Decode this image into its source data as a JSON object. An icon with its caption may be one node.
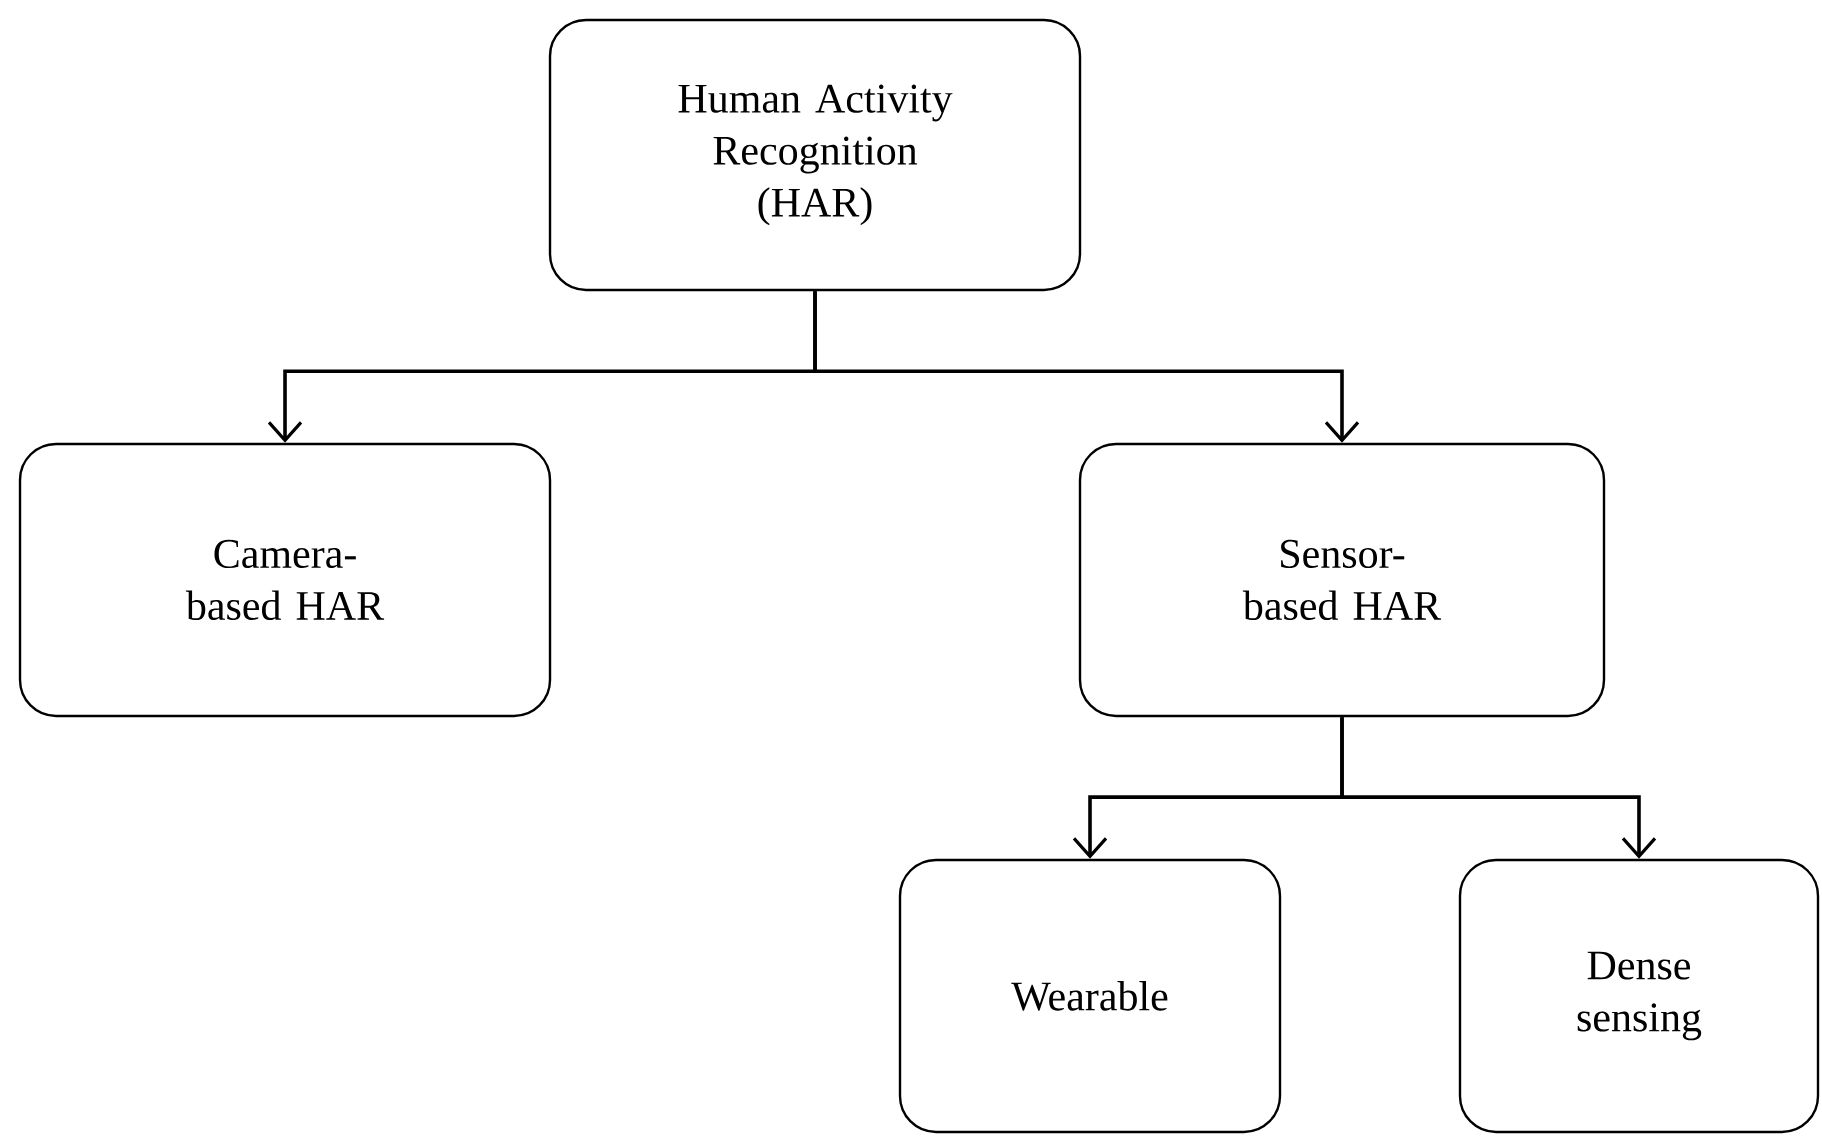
{
  "diagram": {
    "nodes": [
      {
        "text": [
          "Human Activity Recognition (HAR)"
        ]
      },
      {
        "text": [
          "Camera-based HAR"
        ]
      },
      {
        "text": [
          "Sensor-based HAR"
        ]
      },
      {
        "text": [
          "Wearable"
        ]
      },
      {
        "text": [
          "Dense sensing"
        ]
      }
    ],
    "edges": [
      {
        "from": 0,
        "to": 1,
        "arrow": "to"
      },
      {
        "from": 0,
        "to": 2,
        "arrow": "to"
      },
      {
        "from": 2,
        "to": 3,
        "arrow": "to"
      },
      {
        "from": 2,
        "to": 4,
        "arrow": "to"
      }
    ]
  }
}
